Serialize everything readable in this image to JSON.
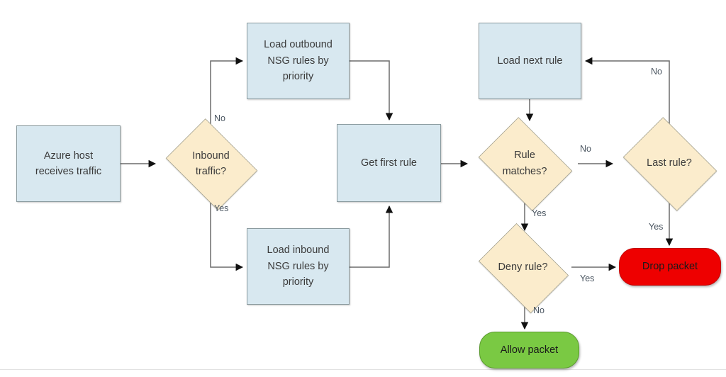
{
  "diagram": {
    "title": "Azure NSG packet evaluation flowchart",
    "colors": {
      "process_fill": "#d8e8f0",
      "process_stroke": "#8a9a9e",
      "decision_fill": "#fbeccc",
      "decision_stroke": "#9a9a8a",
      "drop_fill": "#ee0000",
      "allow_fill": "#7ac943",
      "connector": "#6b6b6b",
      "text": "#3b3b3b",
      "label_text": "#4a5560",
      "background": "#ffffff"
    },
    "nodes": [
      {
        "id": "azure-host",
        "type": "process",
        "label": "Azure host receives traffic"
      },
      {
        "id": "inbound",
        "type": "decision",
        "label": "Inbound traffic?"
      },
      {
        "id": "load-outbound",
        "type": "process",
        "label": "Load outbound NSG rules by priority"
      },
      {
        "id": "load-inbound",
        "type": "process",
        "label": "Load inbound NSG rules by priority"
      },
      {
        "id": "get-first-rule",
        "type": "process",
        "label": "Get first rule"
      },
      {
        "id": "rule-matches",
        "type": "decision",
        "label": "Rule matches?"
      },
      {
        "id": "last-rule",
        "type": "decision",
        "label": "Last rule?"
      },
      {
        "id": "load-next-rule",
        "type": "process",
        "label": "Load next rule"
      },
      {
        "id": "deny-rule",
        "type": "decision",
        "label": "Deny rule?"
      },
      {
        "id": "drop-packet",
        "type": "terminator",
        "label": "Drop packet"
      },
      {
        "id": "allow-packet",
        "type": "terminator",
        "label": "Allow packet"
      }
    ],
    "edge_labels": {
      "inbound_no": "No",
      "inbound_yes": "Yes",
      "rule_matches_no": "No",
      "rule_matches_yes": "Yes",
      "last_rule_no": "No",
      "last_rule_yes": "Yes",
      "deny_rule_yes": "Yes",
      "deny_rule_no": "No"
    }
  },
  "node_text": {
    "azure_host_line1": "Azure host",
    "azure_host_line2": "receives traffic",
    "inbound_line1": "Inbound",
    "inbound_line2": "traffic?",
    "load_outbound_line1": "Load outbound",
    "load_outbound_line2": "NSG rules by",
    "load_outbound_line3": "priority",
    "load_inbound_line1": "Load inbound",
    "load_inbound_line2": "NSG rules by",
    "load_inbound_line3": "priority",
    "get_first_rule": "Get first rule",
    "rule_matches_line1": "Rule",
    "rule_matches_line2": "matches?",
    "last_rule": "Last rule?",
    "load_next_rule": "Load next rule",
    "deny_rule": "Deny rule?",
    "drop_packet": "Drop packet",
    "allow_packet": "Allow packet"
  }
}
